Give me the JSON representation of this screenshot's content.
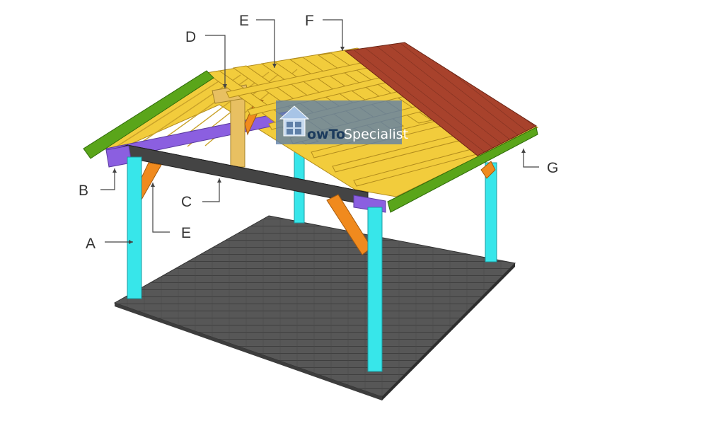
{
  "labels": {
    "A": "A",
    "B": "B",
    "C": "C",
    "D": "D",
    "E_top": "E",
    "E_side": "E",
    "F": "F",
    "G": "G"
  },
  "watermark": {
    "part1": "owTo",
    "part2": "Specialist"
  },
  "colors": {
    "posts": "#37e6ea",
    "beams": "#8b5fe0",
    "tie_beam": "#3a3a3a",
    "braces": "#f08a1e",
    "rafters": "#f2cc3c",
    "ridge_post": "#e8c062",
    "trim": "#5aa51a",
    "roofing": "#a8422c",
    "floor": "#555555",
    "watermark_bg": "#5f80a8"
  }
}
